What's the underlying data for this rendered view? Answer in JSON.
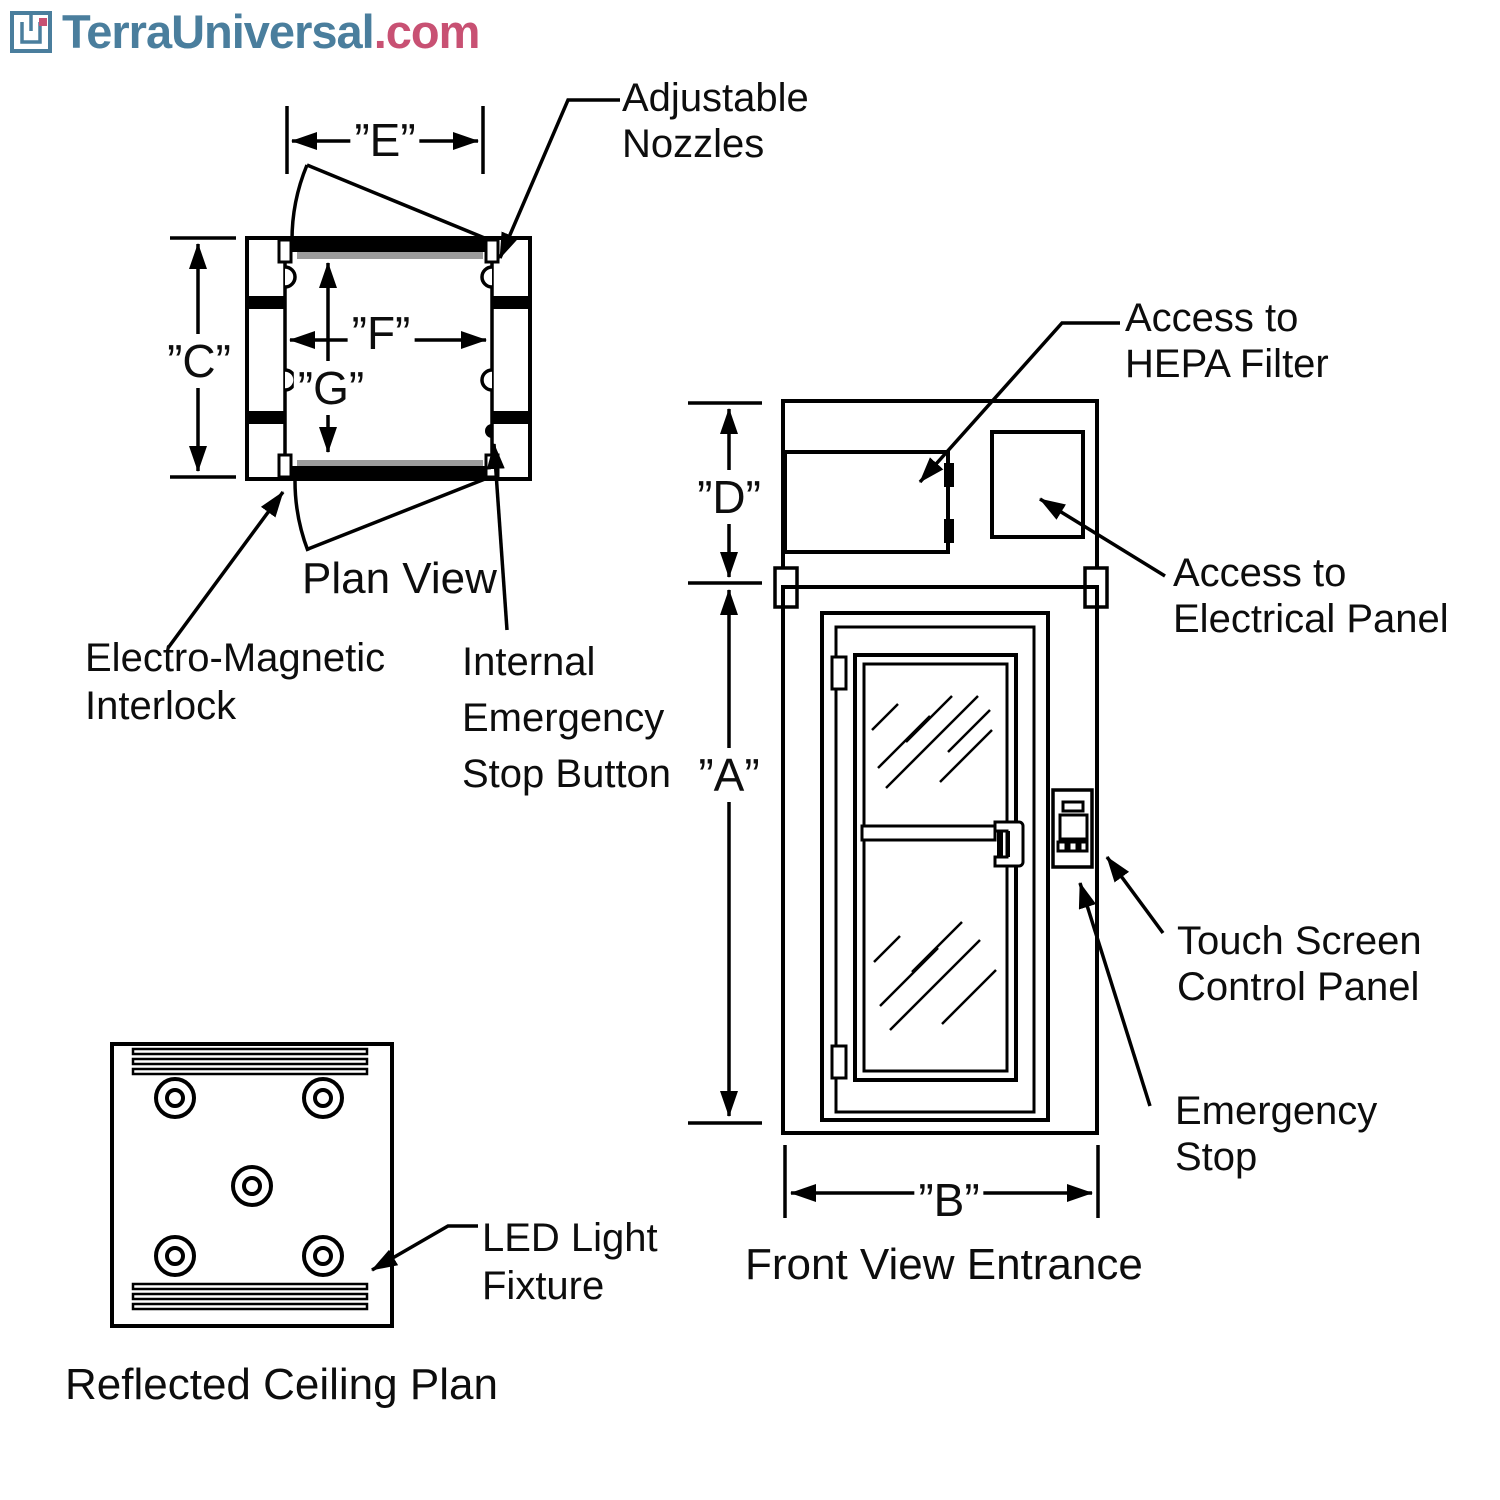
{
  "brand": {
    "logo_text": "TerraUniversal",
    "logo_tld": ".com",
    "teal": "#4a7e9d",
    "pink": "#c85173"
  },
  "plan_view": {
    "caption": "Plan View",
    "dim_e": "”E”",
    "dim_c": "”C”",
    "dim_f": "”F”",
    "dim_g": "”G”",
    "label_adjustable_nozzles": [
      "Adjustable",
      "Nozzles"
    ],
    "label_interlock": [
      "Electro-Magnetic",
      "Interlock"
    ],
    "label_internal_estop": [
      "Internal",
      "Emergency",
      "Stop Button"
    ]
  },
  "front_view": {
    "caption": "Front View Entrance",
    "dim_d": "”D”",
    "dim_a": "”A”",
    "dim_b": "”B”",
    "label_hepa": [
      "Access to",
      "HEPA Filter"
    ],
    "label_electrical": [
      "Access to",
      "Electrical Panel"
    ],
    "label_touch": [
      "Touch Screen",
      "Control Panel"
    ],
    "label_estop": [
      "Emergency",
      "Stop"
    ]
  },
  "ceiling_plan": {
    "caption": "Reflected Ceiling Plan",
    "label_led": [
      "LED Light",
      "Fixture"
    ]
  }
}
